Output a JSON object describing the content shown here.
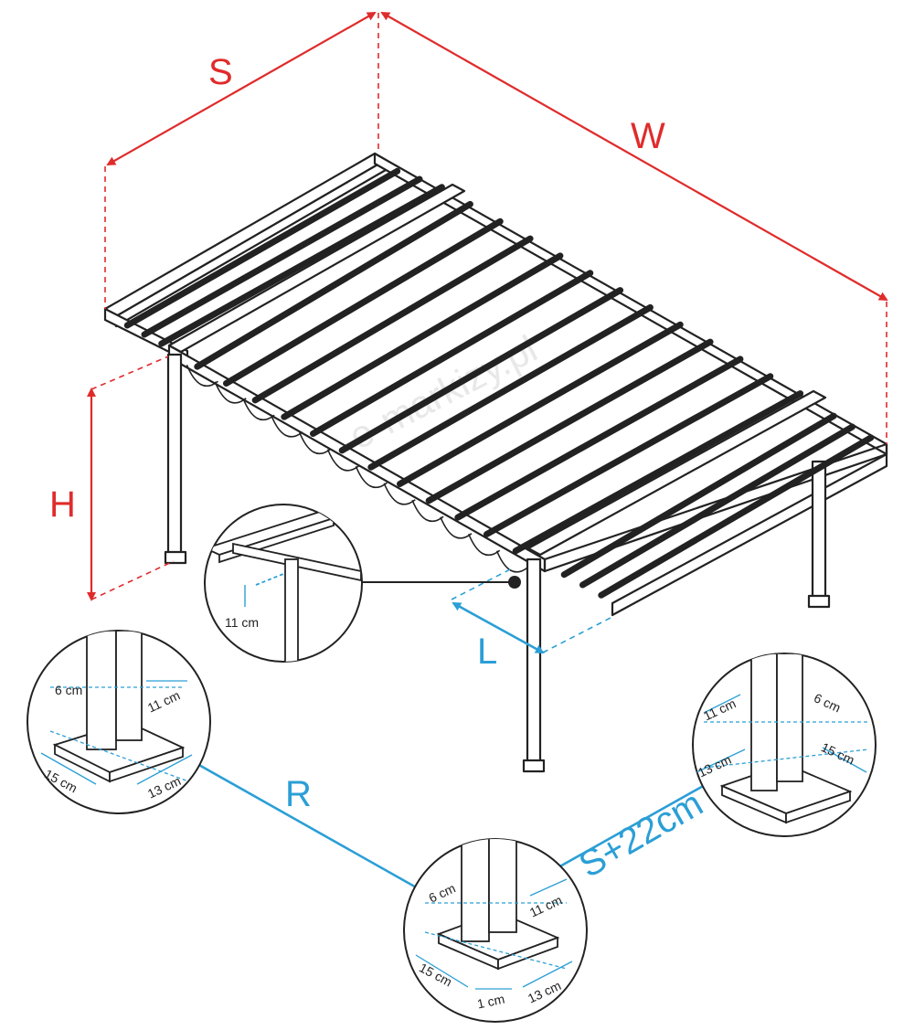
{
  "colors": {
    "dimension_red": "#e02b2b",
    "dimension_blue": "#2b9fd6",
    "frame_line": "#222222",
    "watermark": "#e8e8e8"
  },
  "watermark": "e-markizy.pl",
  "dimensions": {
    "width": "W",
    "depth": "S",
    "height": "H",
    "overhang": "L",
    "post_diagonal": "R",
    "post_spacing": "S+22cm"
  },
  "detail_top": {
    "drop": "11 cm"
  },
  "detail_left": {
    "a": "6 cm",
    "b": "11 cm",
    "c": "15 cm",
    "d": "13 cm"
  },
  "detail_right": {
    "a": "11 cm",
    "b": "6 cm",
    "c": "13 cm",
    "d": "15 cm"
  },
  "detail_bottom": {
    "a": "6 cm",
    "b": "11 cm",
    "c": "15 cm",
    "d": "1 cm",
    "e": "13 cm"
  }
}
